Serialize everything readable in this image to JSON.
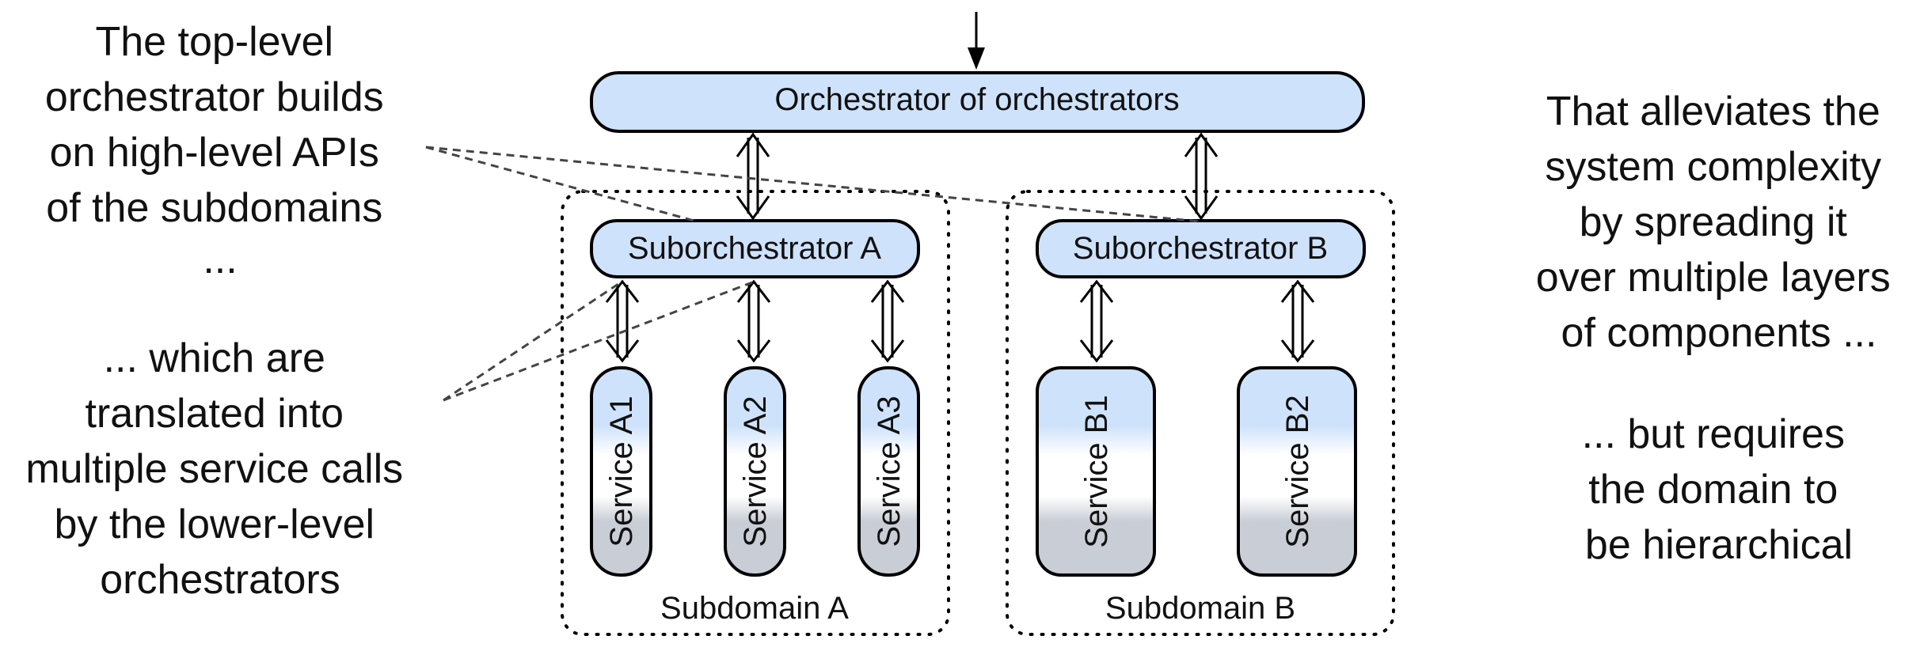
{
  "orchestrator": {
    "label": "Orchestrator of orchestrators"
  },
  "subdomains": [
    {
      "label": "Subdomain A",
      "suborchestrator": "Suborchestrator A",
      "services": [
        "Service A1",
        "Service A2",
        "Service A3"
      ]
    },
    {
      "label": "Subdomain B",
      "suborchestrator": "Suborchestrator B",
      "services": [
        "Service B1",
        "Service B2"
      ]
    }
  ],
  "left_notes": {
    "top": [
      "The top-level",
      "orchestrator builds",
      "on high-level APIs",
      "of the subdomains",
      "..."
    ],
    "bottom": [
      "... which are",
      "translated into",
      "multiple service calls",
      "by the lower-level",
      "orchestrators"
    ]
  },
  "right_notes": {
    "top": [
      "That alleviates the",
      "system complexity",
      "by spreading it",
      "over multiple layers",
      "of components ..."
    ],
    "bottom": [
      "... but requires",
      "the domain to",
      "be hierarchical"
    ]
  },
  "colors": {
    "box_fill": "#cfe2fb",
    "box_stroke": "#000000",
    "service_top": "#cfe2fb",
    "service_mid": "#ffffff",
    "service_bottom": "#c9ced6",
    "dashed_line": "#444444"
  }
}
